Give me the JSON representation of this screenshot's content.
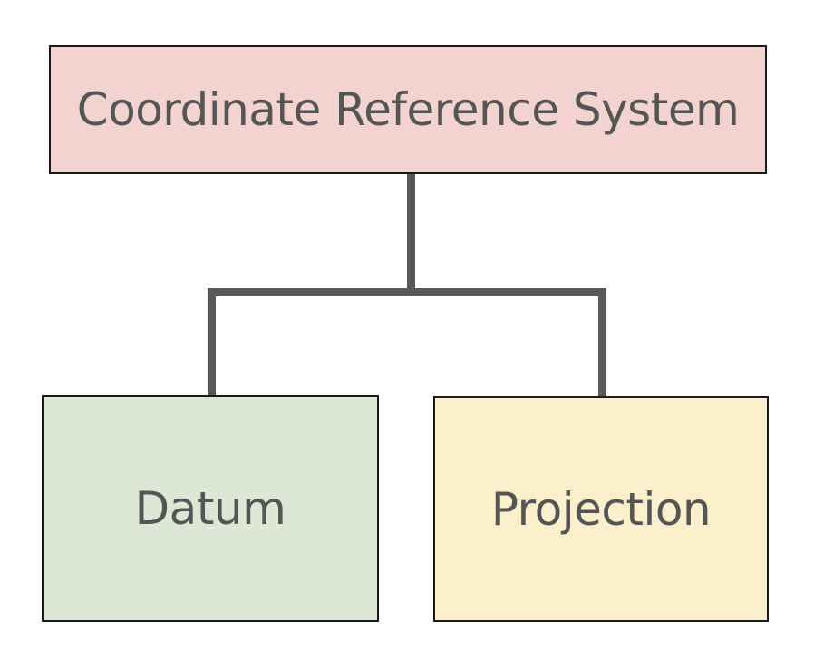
{
  "diagram": {
    "type": "hierarchy-tree",
    "title": "Coordinate Reference System hierarchy",
    "background_color": "#FFFFFF",
    "edge_color": "#595959",
    "border_color": "#1A1A1A",
    "text_color": "#555555",
    "nodes": [
      {
        "id": "crs",
        "label": "Coordinate Reference System",
        "fill_color": "#F2D3D0",
        "level": 0
      },
      {
        "id": "datum",
        "label": "Datum",
        "fill_color": "#DCE8D5",
        "level": 1
      },
      {
        "id": "projection",
        "label": "Projection",
        "fill_color": "#FBF0CB",
        "level": 1
      }
    ],
    "edges": [
      {
        "id": "trunk",
        "from": "crs",
        "to": "bus",
        "name": "trunk-connector"
      },
      {
        "id": "bus",
        "from": "trunk",
        "to": "children",
        "name": "horizontal-bus-connector"
      },
      {
        "id": "drop-left",
        "from": "bus",
        "to": "datum",
        "name": "datum-connector"
      },
      {
        "id": "drop-right",
        "from": "bus",
        "to": "projection",
        "name": "projection-connector"
      }
    ]
  }
}
